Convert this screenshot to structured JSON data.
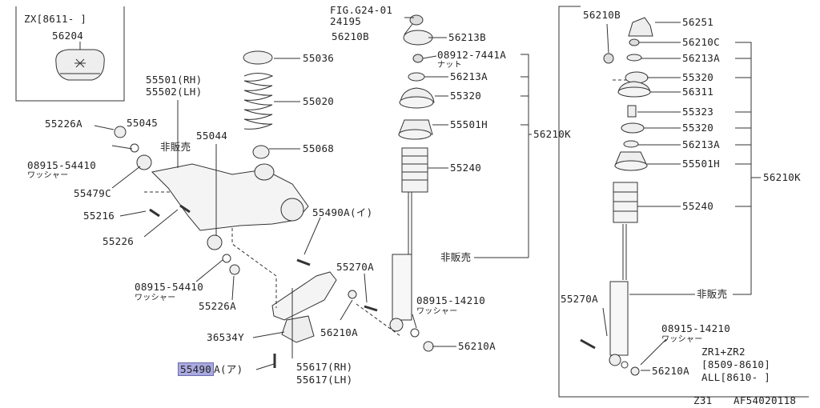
{
  "inset": {
    "range": "ZX[8611-    ]",
    "part": "56204"
  },
  "fig_ref": "FIG.G24-01",
  "labels": {
    "p24195": "24195",
    "p56210B_top": "56210B",
    "p56213B": "56213B",
    "p08912": "08912-7441A",
    "nut": "ナット",
    "p56213A_mid": "56213A",
    "p55320_mid": "55320",
    "p55501H_mid": "55501H",
    "p56210K_mid": "56210K",
    "p55240_mid": "55240",
    "hibaibai_mid": "非販売",
    "p55036": "55036",
    "p55020": "55020",
    "p55068": "55068",
    "p55501": "55501(RH)",
    "p55502": "55502(LH)",
    "p55226A_top": "55226A",
    "p55045": "55045",
    "p55044": "55044",
    "hibaibai_left": "非販売",
    "p08915_54410_a": "08915-54410",
    "washer_a": "ワッシャー",
    "p55479C": "55479C",
    "p55216": "55216",
    "p55226": "55226",
    "p55490A_i": "55490A(イ)",
    "p55270A_mid": "55270A",
    "p08915_54410_b": "08915-54410",
    "washer_b": "ワッシャー",
    "p55226A_low": "55226A",
    "p56210A_mid": "56210A",
    "p08915_14210_mid": "08915-14210",
    "washer_c": "ワッシャー",
    "p56210A_low": "56210A",
    "p36534Y": "36534Y",
    "p55490A_a_hl": "55490",
    "p55490A_a_rest": "A(ア)",
    "p55617RH": "55617(RH)",
    "p55617LH": "55617(LH)",
    "r56210B": "56210B",
    "r56251": "56251",
    "r56210C": "56210C",
    "r56213A_1": "56213A",
    "r55320_1": "55320",
    "r56311": "56311",
    "r55323": "55323",
    "r55320_2": "55320",
    "r56213A_2": "56213A",
    "r55501H": "55501H",
    "r56210K": "56210K",
    "r55240": "55240",
    "r55270A": "55270A",
    "r_hibaibai": "非販売",
    "r08915": "08915-14210",
    "r_washer": "ワッシャー",
    "r56210A": "56210A",
    "r_model": "ZR1+ZR2",
    "r_range1": "[8509-8610]",
    "r_range2": "ALL[8610-    ]"
  },
  "footer": {
    "model": "Z31",
    "code": "AF54020118"
  },
  "highlight_color": "#a9a9e0"
}
